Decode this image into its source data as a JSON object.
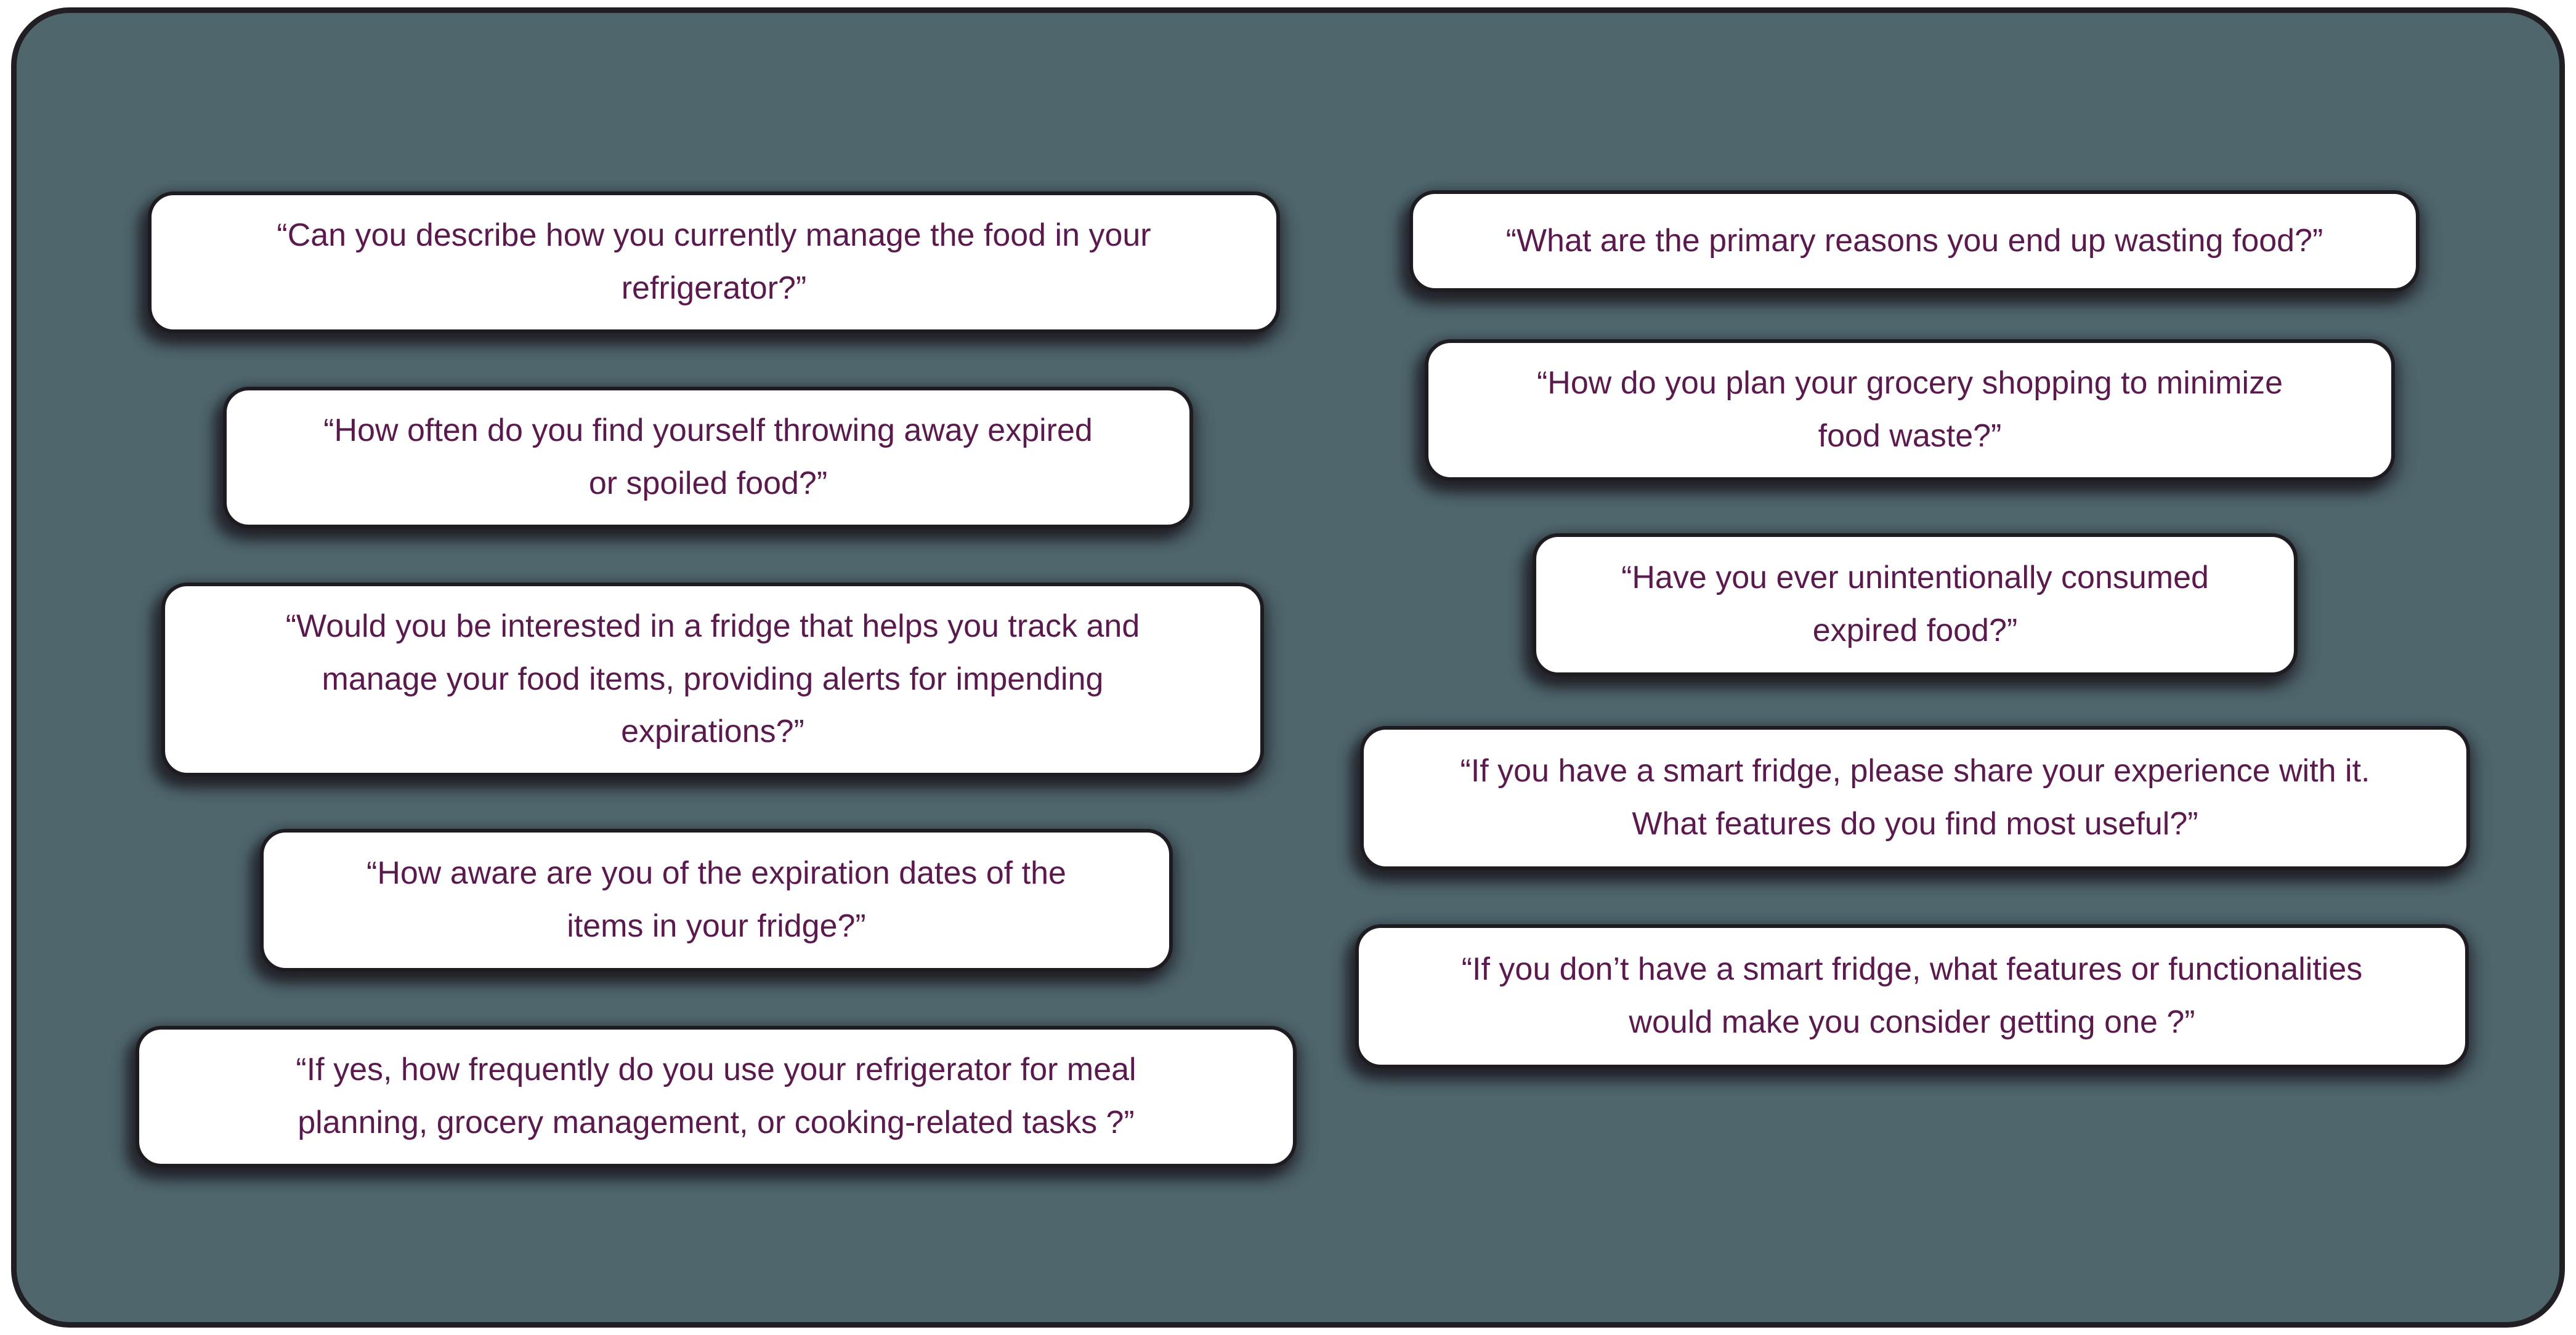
{
  "colors": {
    "board_background": "#4f666d",
    "board_border": "#211e24",
    "card_background": "#ffffff",
    "card_border": "#1e1b21",
    "question_text": "#5b1a4d"
  },
  "cards": {
    "left": [
      {
        "text": "“Can you describe how you currently manage the food in your\nrefrigerator?”"
      },
      {
        "text": "“How often do you find yourself throwing away expired\nor spoiled food?”"
      },
      {
        "text": "“Would you be interested in a fridge that helps you track and\nmanage your food items, providing alerts for impending\nexpirations?”"
      },
      {
        "text": "“How aware are you of the expiration dates of the\nitems in your fridge?”"
      },
      {
        "text": "“If yes, how frequently do you use your refrigerator for meal\nplanning, grocery management, or cooking-related tasks ?”"
      }
    ],
    "right": [
      {
        "text": "“What are the primary reasons you end up wasting food?”"
      },
      {
        "text": "“How do you plan your grocery shopping to minimize\nfood waste?”"
      },
      {
        "text": "“Have you ever unintentionally consumed\nexpired food?”"
      },
      {
        "text": "“If you have a smart fridge, please share your experience with it.\nWhat features do you find most useful?”"
      },
      {
        "text": "“If you don’t have a smart fridge, what features or functionalities\nwould make you consider getting one ?”"
      }
    ]
  }
}
